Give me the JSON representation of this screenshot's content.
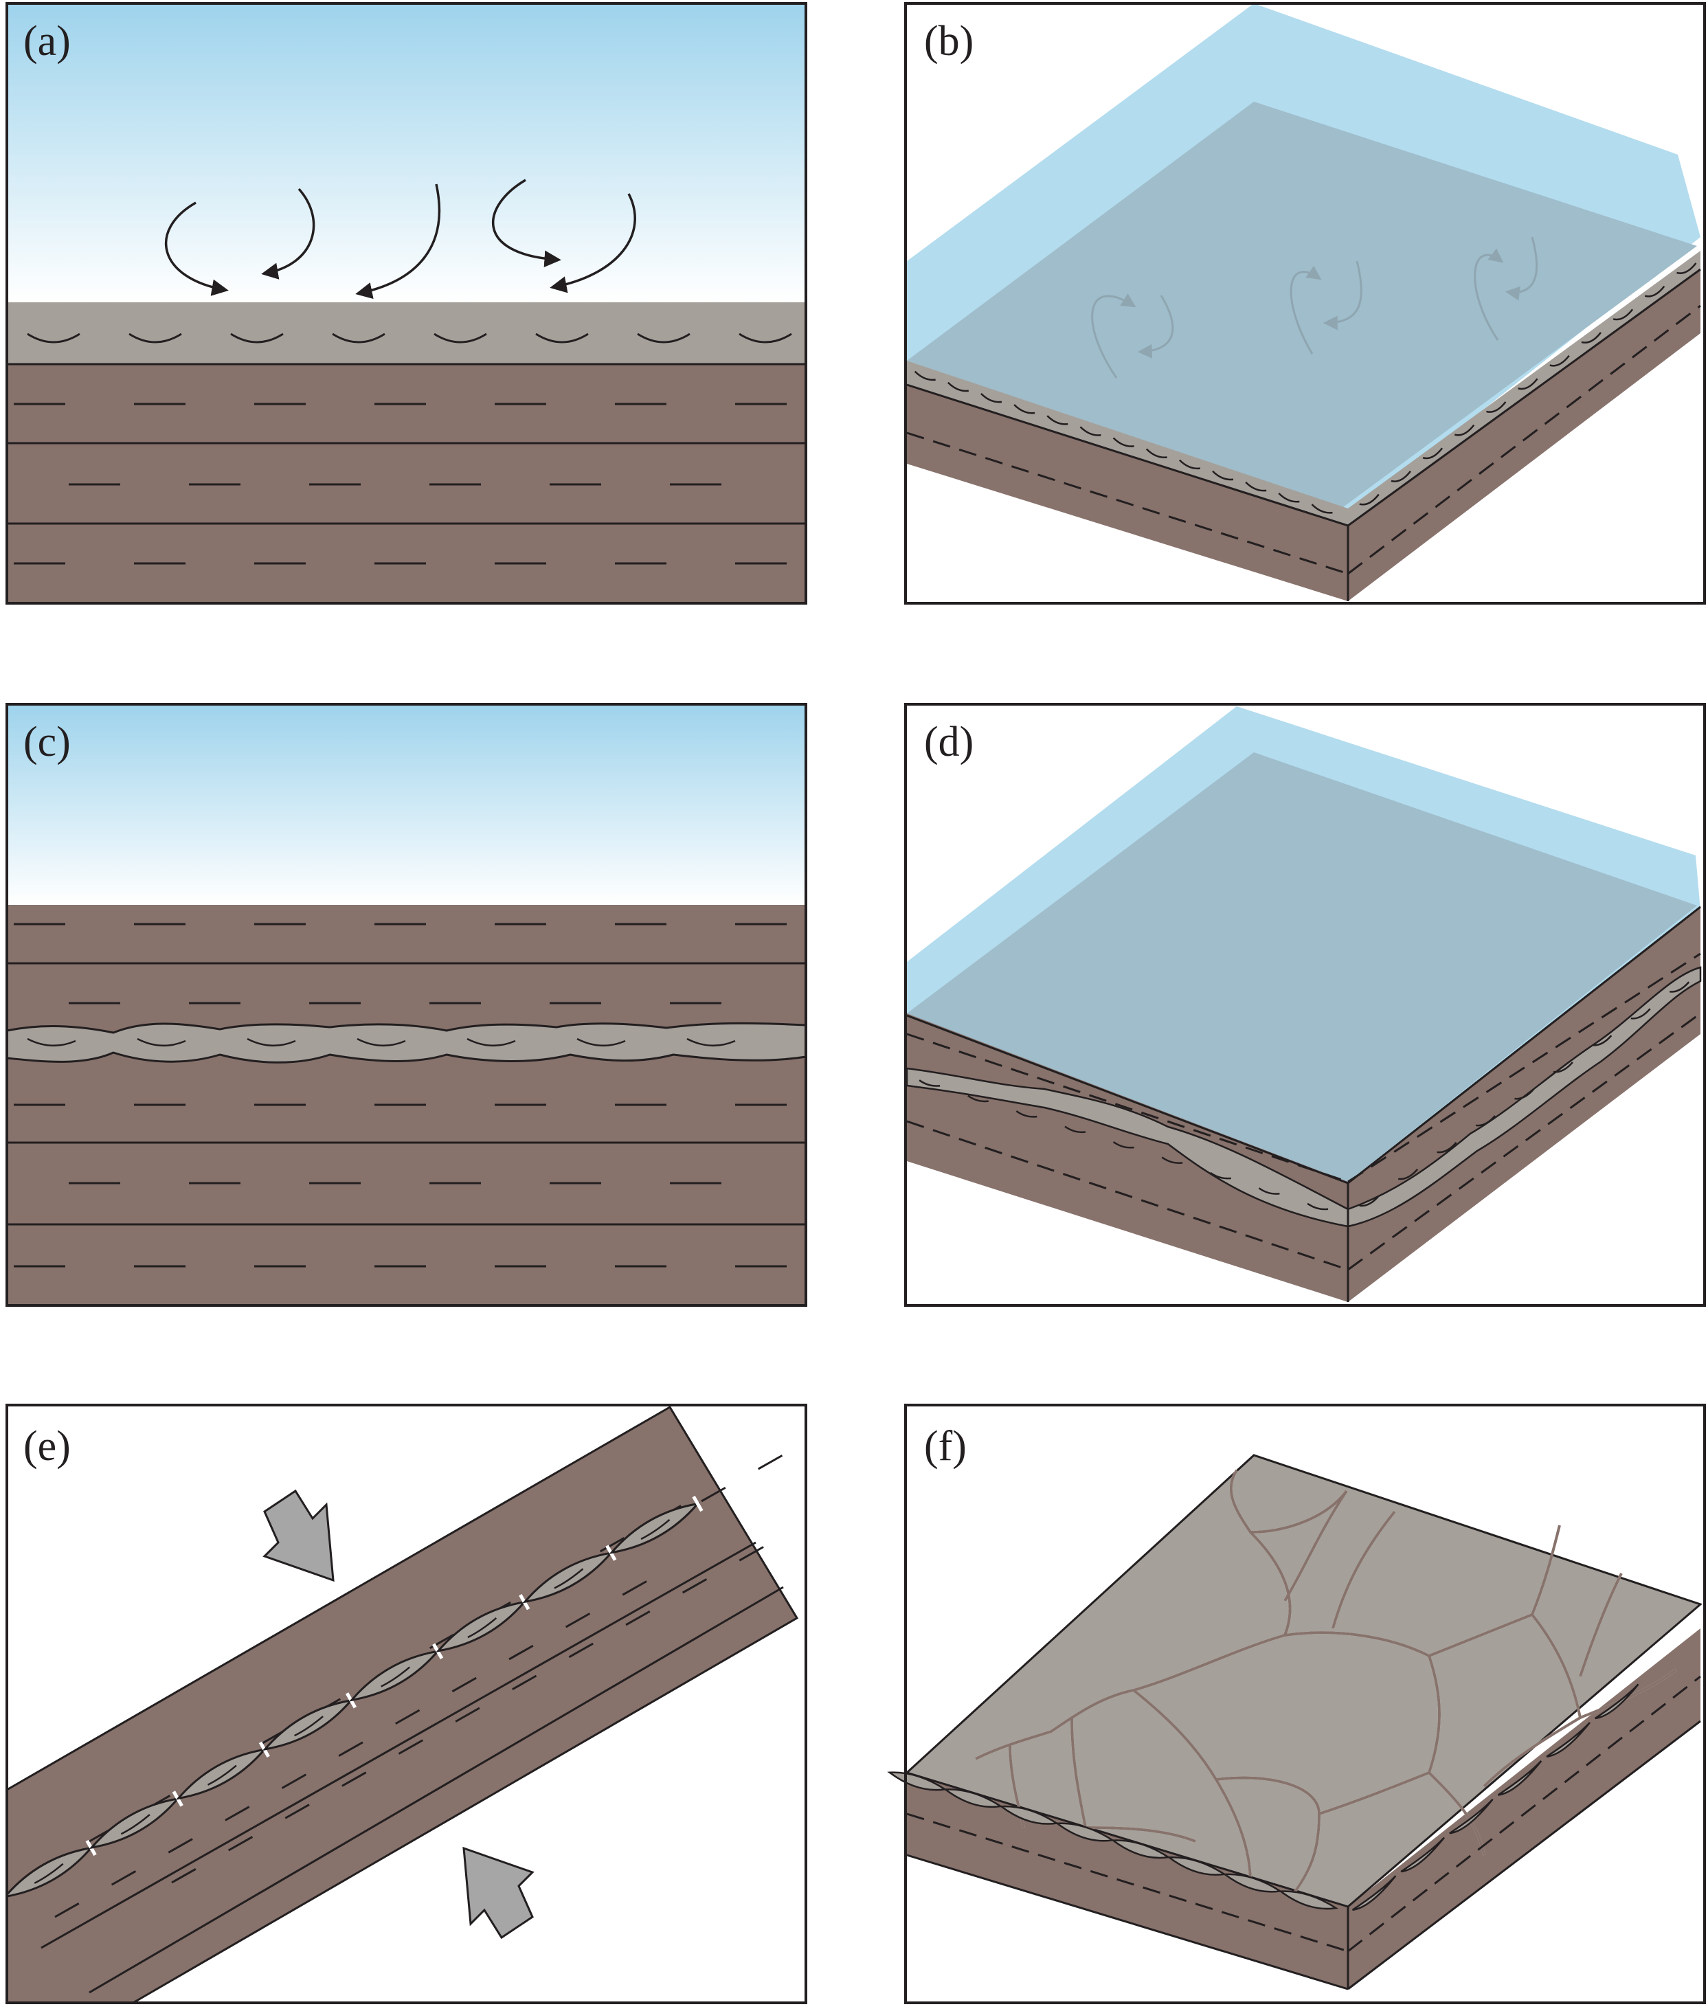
{
  "panels": [
    {
      "id": "a",
      "label": "(a)"
    },
    {
      "id": "b",
      "label": "(b)"
    },
    {
      "id": "c",
      "label": "(c)"
    },
    {
      "id": "d",
      "label": "(d)"
    },
    {
      "id": "e",
      "label": "(e)"
    },
    {
      "id": "f",
      "label": "(f)"
    }
  ],
  "colors": {
    "sky_top": "#9ed3ec",
    "sky_bottom": "#ffffff",
    "water_light": "#b3dcee",
    "water_dark": "#9fbdcb",
    "rock": "#87726c",
    "rock_dark": "#7f6b65",
    "clay": "#a5a09a",
    "outline": "#231f20",
    "arrow_fill": "#a6a6a6"
  }
}
